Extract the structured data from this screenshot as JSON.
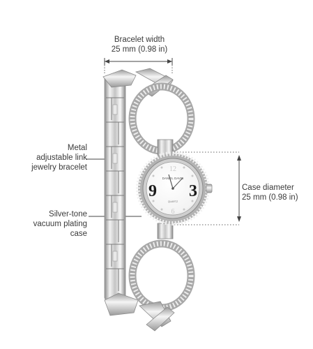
{
  "annotations": {
    "bracelet_width": {
      "line1": "Bracelet width",
      "line2": "25 mm (0.98 in)"
    },
    "link_bracelet": {
      "line1": "Metal",
      "line2": "adjustable link",
      "line3": "jewelry bracelet"
    },
    "plating": {
      "line1": "Silver-tone",
      "line2": "vacuum plating",
      "line3": "case"
    },
    "case_diameter": {
      "line1": "Case diameter",
      "line2": "25 mm (0.98 in)"
    }
  },
  "dial": {
    "brand": "DANIEL DAVID",
    "sub": "QUARTZ",
    "numerals": [
      "12",
      "3",
      "6",
      "9"
    ]
  },
  "colors": {
    "text": "#3a3a3a",
    "line": "#444444",
    "dotted": "#666666",
    "silver_light": "#f1f1f1",
    "silver_mid": "#bfbfbf",
    "silver_dark": "#7d7d7d"
  }
}
